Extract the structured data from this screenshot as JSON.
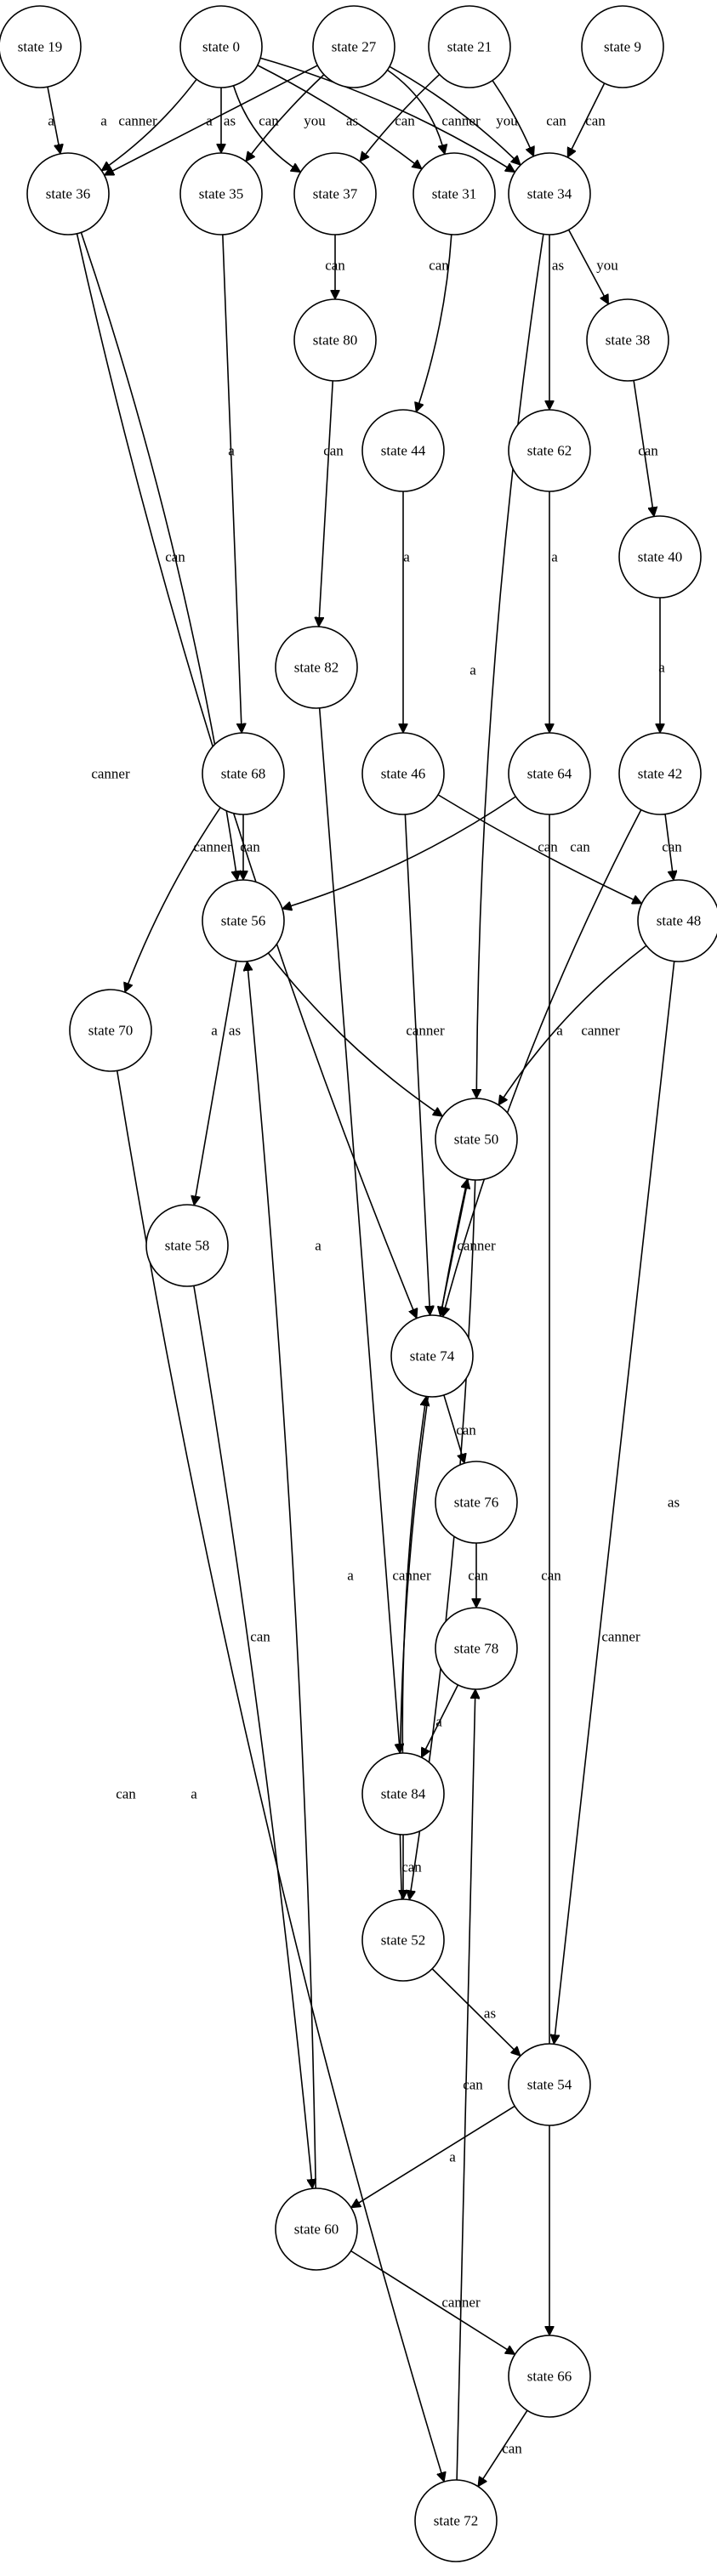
{
  "diagram": {
    "kind": "finite-state-machine",
    "states": [
      {
        "id": "s19",
        "label": "state 19"
      },
      {
        "id": "s0",
        "label": "state 0"
      },
      {
        "id": "s27",
        "label": "state 27"
      },
      {
        "id": "s21",
        "label": "state 21"
      },
      {
        "id": "s9",
        "label": "state 9"
      },
      {
        "id": "s36",
        "label": "state 36"
      },
      {
        "id": "s35",
        "label": "state 35"
      },
      {
        "id": "s37",
        "label": "state 37"
      },
      {
        "id": "s31",
        "label": "state 31"
      },
      {
        "id": "s34",
        "label": "state 34"
      },
      {
        "id": "s80",
        "label": "state 80"
      },
      {
        "id": "s38",
        "label": "state 38"
      },
      {
        "id": "s44",
        "label": "state 44"
      },
      {
        "id": "s62",
        "label": "state 62"
      },
      {
        "id": "s40",
        "label": "state 40"
      },
      {
        "id": "s82",
        "label": "state 82"
      },
      {
        "id": "s68",
        "label": "state 68"
      },
      {
        "id": "s46",
        "label": "state 46"
      },
      {
        "id": "s64",
        "label": "state 64"
      },
      {
        "id": "s42",
        "label": "state 42"
      },
      {
        "id": "s56",
        "label": "state 56"
      },
      {
        "id": "s48",
        "label": "state 48"
      },
      {
        "id": "s70",
        "label": "state 70"
      },
      {
        "id": "s50",
        "label": "state 50"
      },
      {
        "id": "s58",
        "label": "state 58"
      },
      {
        "id": "s74",
        "label": "state 74"
      },
      {
        "id": "s76",
        "label": "state 76"
      },
      {
        "id": "s78",
        "label": "state 78"
      },
      {
        "id": "s84",
        "label": "state 84"
      },
      {
        "id": "s52",
        "label": "state 52"
      },
      {
        "id": "s54",
        "label": "state 54"
      },
      {
        "id": "s60",
        "label": "state 60"
      },
      {
        "id": "s66",
        "label": "state 66"
      },
      {
        "id": "s72",
        "label": "state 72"
      }
    ],
    "transitions": [
      {
        "from": "s19",
        "to": "s36",
        "label": "a"
      },
      {
        "from": "s0",
        "to": "s36",
        "label": "a"
      },
      {
        "from": "s0",
        "to": "s37",
        "label": "canner"
      },
      {
        "from": "s0",
        "to": "s35",
        "label": "as"
      },
      {
        "from": "s0",
        "to": "s31",
        "label": "can"
      },
      {
        "from": "s0",
        "to": "s34",
        "label": "you"
      },
      {
        "from": "s27",
        "to": "s36",
        "label": "a"
      },
      {
        "from": "s27",
        "to": "s35",
        "label": "as"
      },
      {
        "from": "s27",
        "to": "s34",
        "label": "can"
      },
      {
        "from": "s27",
        "to": "s31",
        "label": "you"
      },
      {
        "from": "s21",
        "to": "s37",
        "label": "canner"
      },
      {
        "from": "s21",
        "to": "s34",
        "label": "can"
      },
      {
        "from": "s9",
        "to": "s34",
        "label": "can"
      },
      {
        "from": "s37",
        "to": "s80",
        "label": "can"
      },
      {
        "from": "s31",
        "to": "s44",
        "label": "can"
      },
      {
        "from": "s34",
        "to": "s62",
        "label": "as"
      },
      {
        "from": "s34",
        "to": "s38",
        "label": "you"
      },
      {
        "from": "s34",
        "to": "s50",
        "label": "a"
      },
      {
        "from": "s80",
        "to": "s82",
        "label": "can"
      },
      {
        "from": "s38",
        "to": "s40",
        "label": "can"
      },
      {
        "from": "s44",
        "to": "s46",
        "label": "a"
      },
      {
        "from": "s62",
        "to": "s64",
        "label": "a"
      },
      {
        "from": "s40",
        "to": "s42",
        "label": "a"
      },
      {
        "from": "s35",
        "to": "s68",
        "label": "a"
      },
      {
        "from": "s36",
        "to": "s56",
        "label": "can"
      },
      {
        "from": "s36",
        "to": "s74",
        "label": "canner"
      },
      {
        "from": "s68",
        "to": "s56",
        "label": "can"
      },
      {
        "from": "s68",
        "to": "s70",
        "label": "canner"
      },
      {
        "from": "s46",
        "to": "s48",
        "label": "can"
      },
      {
        "from": "s46",
        "to": "s74",
        "label": "canner"
      },
      {
        "from": "s64",
        "to": "s56",
        "label": "can"
      },
      {
        "from": "s64",
        "to": "s66",
        "label": "canner"
      },
      {
        "from": "s42",
        "to": "s48",
        "label": "can"
      },
      {
        "from": "s42",
        "to": "s74",
        "label": "canner"
      },
      {
        "from": "s82",
        "to": "s84",
        "label": "a"
      },
      {
        "from": "s56",
        "to": "s50",
        "label": "a"
      },
      {
        "from": "s56",
        "to": "s58",
        "label": "as"
      },
      {
        "from": "s48",
        "to": "s50",
        "label": "a"
      },
      {
        "from": "s48",
        "to": "s54",
        "label": "as"
      },
      {
        "from": "s50",
        "to": "s74",
        "label": "canner"
      },
      {
        "from": "s50",
        "to": "s52",
        "label": "can"
      },
      {
        "from": "s74",
        "to": "s76",
        "label": "can"
      },
      {
        "from": "s76",
        "to": "s78",
        "label": "can"
      },
      {
        "from": "s78",
        "to": "s84",
        "label": "a"
      },
      {
        "from": "s84",
        "to": "s74",
        "label": "canner"
      },
      {
        "from": "s84",
        "to": "s52",
        "label": "can"
      },
      {
        "from": "s52",
        "to": "s50",
        "label": "a"
      },
      {
        "from": "s52",
        "to": "s54",
        "label": "as"
      },
      {
        "from": "s58",
        "to": "s60",
        "label": "a"
      },
      {
        "from": "s54",
        "to": "s60",
        "label": "a"
      },
      {
        "from": "s60",
        "to": "s56",
        "label": "can"
      },
      {
        "from": "s60",
        "to": "s66",
        "label": "canner"
      },
      {
        "from": "s70",
        "to": "s72",
        "label": "can"
      },
      {
        "from": "s66",
        "to": "s72",
        "label": "can"
      },
      {
        "from": "s72",
        "to": "s78",
        "label": "can"
      }
    ]
  }
}
